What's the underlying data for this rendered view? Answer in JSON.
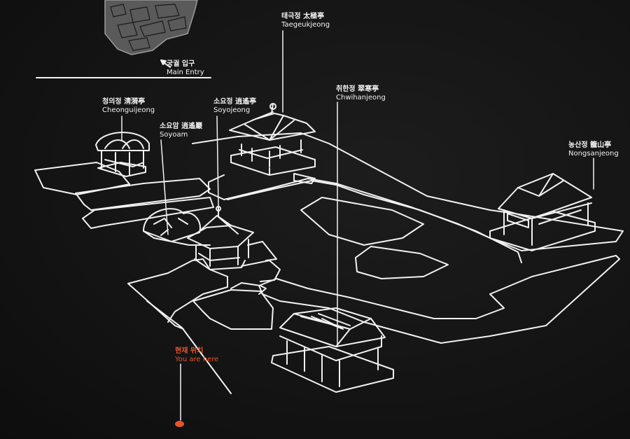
{
  "colors": {
    "background": "#141414",
    "line": "#f2f2f2",
    "here": "#e8542a"
  },
  "entry": {
    "ko": "궁궐 입구",
    "en": "Main Entry"
  },
  "pavilions": {
    "taegeukjeong": {
      "ko": "태극정 太極亭",
      "en": "Taegeukjeong"
    },
    "chwihanjeong": {
      "ko": "취한정 翠寒亭",
      "en": "Chwihanjeong"
    },
    "cheonguijeong": {
      "ko": "청의정 淸漪亭",
      "en": "Cheonguijeong"
    },
    "soyojeong": {
      "ko": "소요정 逍遙亭",
      "en": "Soyojeong"
    },
    "soyoam": {
      "ko": "소요암 逍遙巖",
      "en": "Soyoam"
    },
    "nongsanjeong": {
      "ko": "농산정 籠山亭",
      "en": "Nongsanjeong"
    }
  },
  "you_are_here": {
    "ko": "현재 위치",
    "en": "You are here"
  }
}
